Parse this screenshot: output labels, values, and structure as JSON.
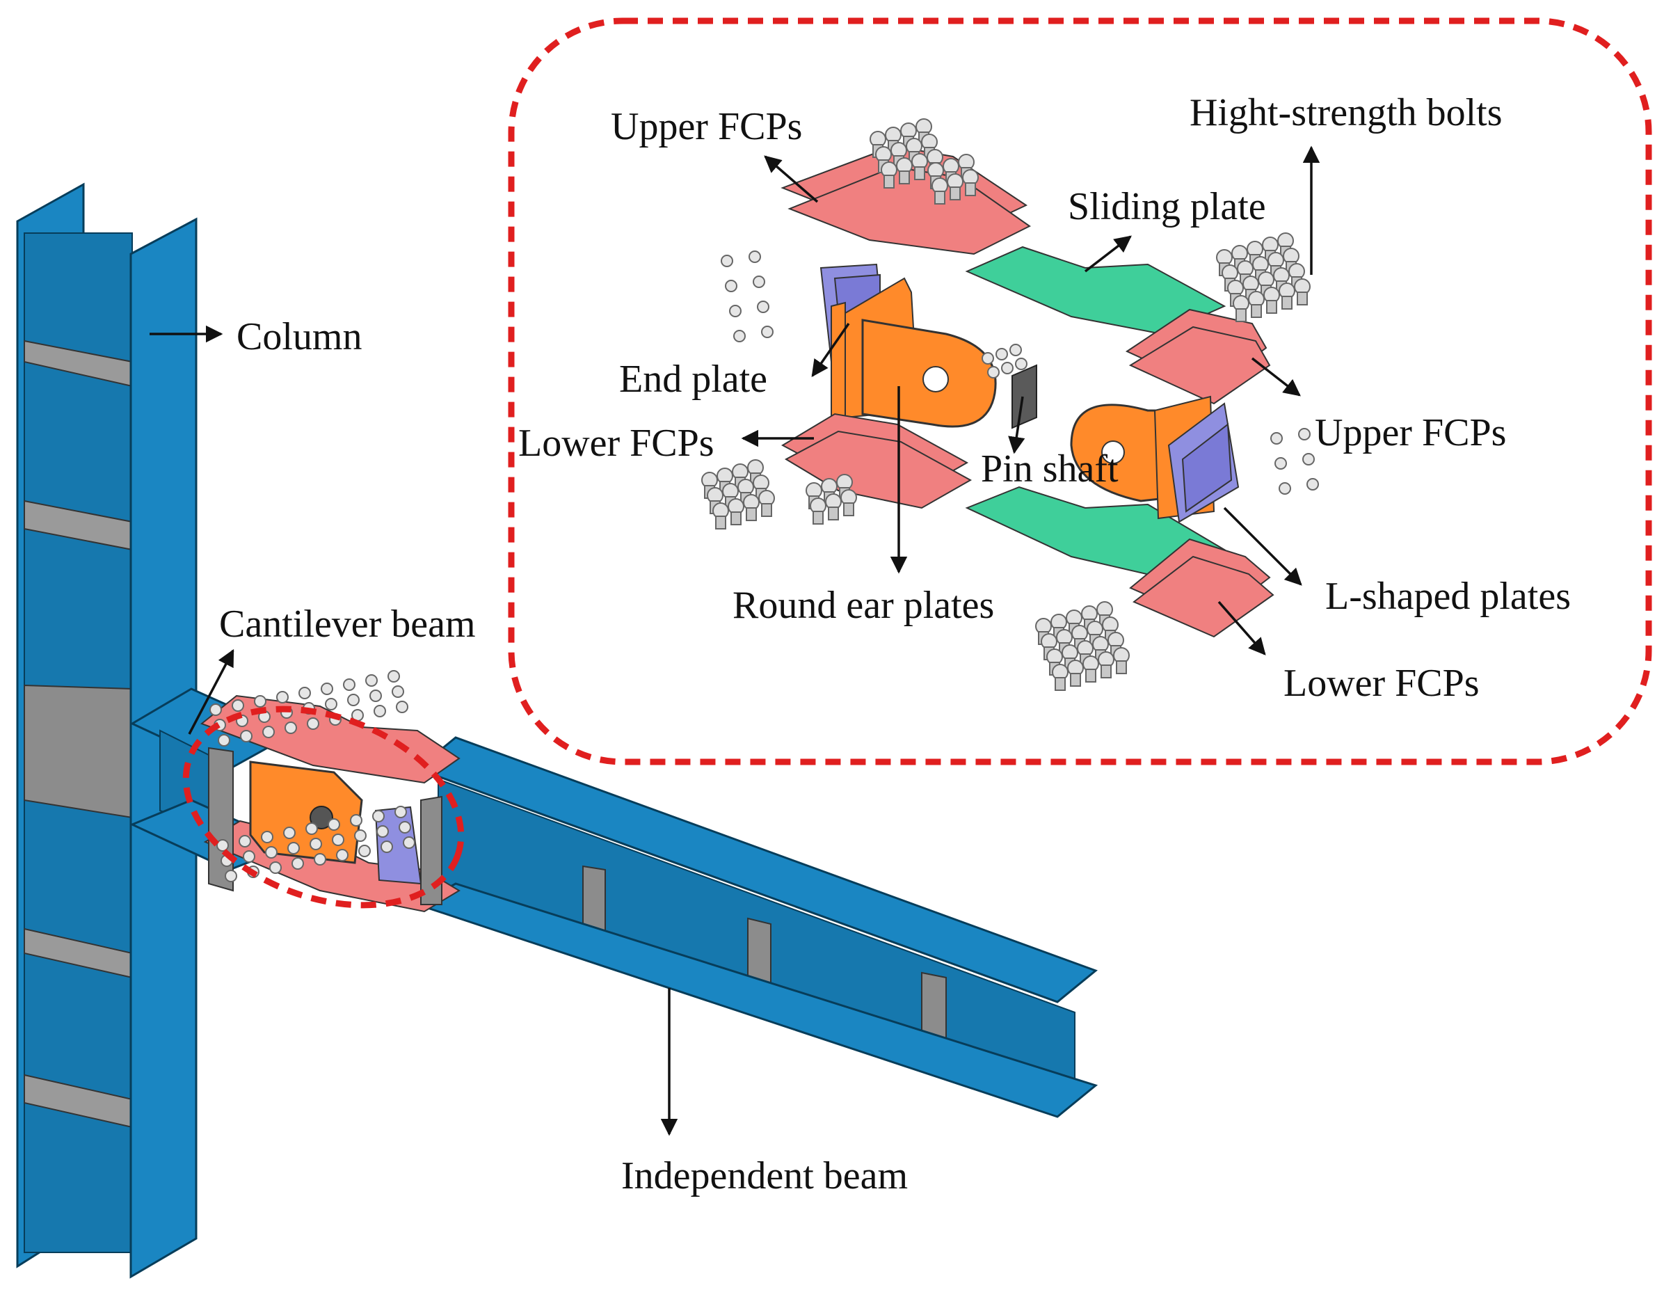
{
  "labels": {
    "column": "Column",
    "cantilever_beam": "Cantilever beam",
    "independent_beam": "Independent beam",
    "upper_fcps_top": "Upper FCPs",
    "high_strength_bolts": "Hight-strength bolts",
    "sliding_plate": "Sliding plate",
    "end_plate": "End plate",
    "lower_fcps_left": "Lower FCPs",
    "pin_shaft": "Pin shaft",
    "upper_fcps_right": "Upper FCPs",
    "round_ear_plates": "Round ear plates",
    "l_shaped_plates": "L-shaped plates",
    "lower_fcps_right": "Lower FCPs"
  },
  "colors": {
    "steel_blue": "#1a86c2",
    "steel_blue_dark": "#0e5f8c",
    "stiffener_gray": "#8c8c8c",
    "fcp_red": "#f08080",
    "sliding_green": "#3fcf9a",
    "ear_orange": "#ff8a2a",
    "l_plate_purple": "#8f8fe0",
    "bolt_gray": "#d6d6d6",
    "callout_red": "#e01f1f"
  }
}
